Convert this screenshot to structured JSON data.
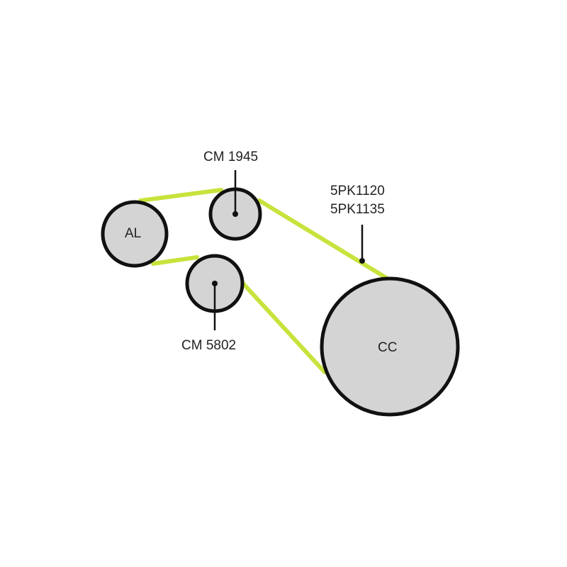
{
  "colors": {
    "belt": "#c9e23c",
    "pulley_fill": "#d4d4d4",
    "outline": "#111111"
  },
  "pulleys": {
    "alternator": {
      "label": "AL"
    },
    "crankshaft": {
      "label": "CC"
    }
  },
  "labels": {
    "idler_top": "CM 1945",
    "idler_bottom": "CM 5802",
    "belt_line1": "5PK1120",
    "belt_line2": "5PK1135"
  }
}
